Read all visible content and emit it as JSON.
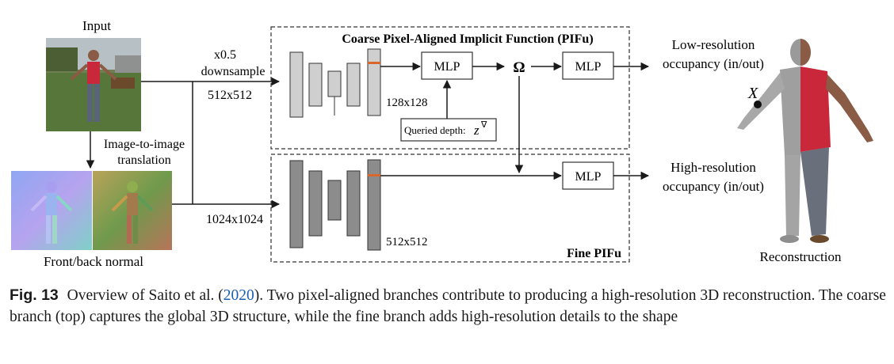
{
  "diagram": {
    "labels": {
      "input": "Input",
      "downsample_factor": "x0.5",
      "downsample": "downsample",
      "res_coarse": "512x512",
      "res_fine_input": "1024x1024",
      "translation_line1": "Image-to-image",
      "translation_line2": "translation",
      "normals": "Front/back normal",
      "coarse_title": "Coarse Pixel-Aligned Implicit Function (PIFu)",
      "fine_title": "Fine PIFu",
      "feat_coarse": "128x128",
      "feat_fine": "512x512",
      "mlp_coarse_1": "MLP",
      "mlp_coarse_2": "MLP",
      "mlp_fine": "MLP",
      "omega": "Ω",
      "queried_depth": "Queried depth:",
      "low_res_line1": "Low-resolution",
      "low_res_line2": "occupancy (in/out)",
      "high_res_line1": "High-resolution",
      "high_res_line2": "occupancy (in/out)",
      "point_x": "X",
      "reconstruction": "Reconstruction"
    },
    "colors": {
      "coarse_blocks": "#cfcfcf",
      "fine_blocks": "#8c8c8c",
      "feature_highlight": "#d9662a",
      "shirt": "#c8283a",
      "grass": "#4f6b33",
      "link": "#1a5fb4"
    }
  },
  "caption": {
    "label": "Fig. 13",
    "text_before": "Overview of Saito et al. (",
    "citation": "2020",
    "text_after": "). Two pixel-aligned branches contribute to producing a high-resolution 3D reconstruction. The coarse branch (top) captures the global 3D structure, while the fine branch adds high-resolution details to the shape"
  }
}
